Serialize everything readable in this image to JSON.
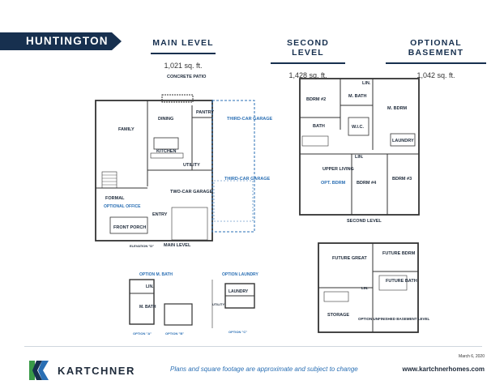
{
  "title": "HUNTINGTON",
  "levels": [
    {
      "name": "MAIN LEVEL",
      "sqft": "1,021 sq. ft."
    },
    {
      "name": "SECOND LEVEL",
      "sqft": "1,428 sq. ft."
    },
    {
      "name": "OPTIONAL BASEMENT",
      "sqft": "1,042 sq. ft."
    }
  ],
  "main_rooms": {
    "patio": "CONCRETE PATIO",
    "family": "FAMILY",
    "dining": "DINING",
    "kitchen": "KITCHEN",
    "pantry": "PANTRY",
    "utility": "UTILITY",
    "garage": "TWO-CAR GARAGE",
    "third_garage_ext": "THIRD-CAR GARAGE",
    "third_garage": "THIRD-CAR GARAGE",
    "formal": "FORMAL",
    "office": "OPTIONAL OFFICE",
    "entry": "ENTRY",
    "porch": "FRONT PORCH",
    "elevation": "ELEVATION \"D\"",
    "label": "MAIN LEVEL"
  },
  "second_rooms": {
    "lin_top": "LIN.",
    "bdrm2": "BDRM #2",
    "m_bath": "M. BATH",
    "m_bdrm": "M. BDRM",
    "bath": "BATH",
    "wic": "W.I.C.",
    "laundry": "LAUNDRY",
    "lin": "LIN.",
    "upper_living": "UPPER LIVING",
    "opt_bdrm": "OPT. BDRM",
    "bdrm4": "BDRM #4",
    "bdrm3": "BDRM #3",
    "label": "SECOND LEVEL"
  },
  "basement_rooms": {
    "great": "FUTURE GREAT",
    "bdrm": "FUTURE BDRM",
    "bath": "FUTURE BATH",
    "storage": "STORAGE",
    "lin": "LIN.",
    "label": "OPTION UNFINISHED BASEMENT LEVEL"
  },
  "options": {
    "m_bath_title": "OPTION M. BATH",
    "lin": "LIN.",
    "m_bath": "M. BATH",
    "laundry_title": "OPTION LAUNDRY",
    "laundry": "LAUNDRY",
    "utility": "UTILITY",
    "opt_a": "OPTION \"A\"",
    "opt_b": "OPTION \"B\"",
    "opt_c": "OPTION \"C\""
  },
  "footer": {
    "date": "March 6, 2020",
    "brand": "KARTCHNER",
    "disclaimer": "Plans and square footage are approximate and subject to change",
    "website": "www.kartchnerhomes.com"
  },
  "colors": {
    "navy": "#17304f",
    "accent_blue": "#2a6fb4",
    "logo_green": "#3a9a48"
  }
}
